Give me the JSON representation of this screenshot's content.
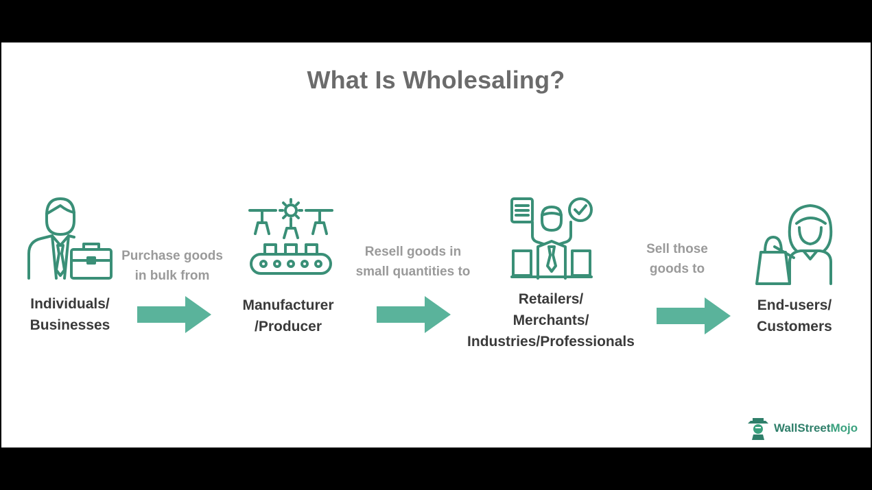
{
  "title": "What Is Wholesaling?",
  "colors": {
    "teal": "#3a8f77",
    "arrow": "#5ab39b",
    "title": "#6b6b6b",
    "edge_text": "#9a9a9a",
    "node_text": "#3a3a3a"
  },
  "nodes": [
    {
      "lines": [
        "Individuals/",
        "Businesses"
      ],
      "icon": "businessman-briefcase-icon"
    },
    {
      "lines": [
        "Manufacturer",
        "/Producer"
      ],
      "icon": "factory-conveyor-icon"
    },
    {
      "lines": [
        "Retailers/",
        "Merchants/",
        "Industries/Professionals"
      ],
      "icon": "retailer-checklist-icon"
    },
    {
      "lines": [
        "End-users/",
        "Customers"
      ],
      "icon": "customer-shopping-bag-icon"
    }
  ],
  "edges": [
    {
      "lines": [
        "Purchase goods",
        "in bulk from"
      ]
    },
    {
      "lines": [
        "Resell goods in",
        "small quantities to"
      ]
    },
    {
      "lines": [
        "Sell those",
        "goods to"
      ]
    }
  ],
  "logo": {
    "part1": "Wall",
    "part2": "Street",
    "part3": "Mojo",
    "icon": "wallstreetmojo-logo-icon"
  }
}
